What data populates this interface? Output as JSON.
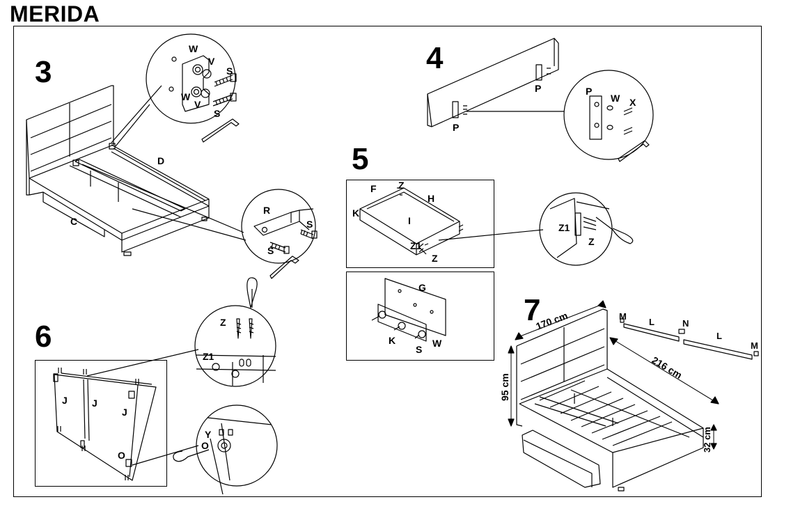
{
  "title": "MERIDA",
  "steps": {
    "s3": {
      "number": "3",
      "labels": {
        "W1": "W",
        "V1": "V",
        "S1": "S",
        "W2": "W",
        "V2": "V",
        "S2": "S",
        "D": "D",
        "C": "C",
        "R": "R",
        "S3": "S",
        "S4": "S"
      }
    },
    "s4": {
      "number": "4",
      "labels": {
        "P1": "P",
        "P2": "P",
        "P3": "P",
        "W": "W",
        "X": "X"
      }
    },
    "s5": {
      "number": "5",
      "labels": {
        "F": "F",
        "Z1": "Z",
        "H": "H",
        "K1": "K",
        "I": "I",
        "Z1b": "Z1",
        "Z2": "Z",
        "Z1c": "Z1",
        "Z3": "Z",
        "G": "G",
        "K2": "K",
        "S": "S",
        "W": "W"
      }
    },
    "s6": {
      "number": "6",
      "labels": {
        "Z": "Z",
        "Z1": "Z1",
        "J1": "J",
        "J2": "J",
        "J3": "J",
        "O1": "O",
        "Y": "Y",
        "O2": "O"
      }
    },
    "s7": {
      "number": "7",
      "labels": {
        "M1": "M",
        "L1": "L",
        "N": "N",
        "L2": "L",
        "M2": "M"
      },
      "dimensions": {
        "width": "170 cm",
        "length": "216 cm",
        "height": "95 cm",
        "drawer": "32 cm"
      }
    }
  },
  "colors": {
    "line": "#000000",
    "paper": "#ffffff"
  }
}
